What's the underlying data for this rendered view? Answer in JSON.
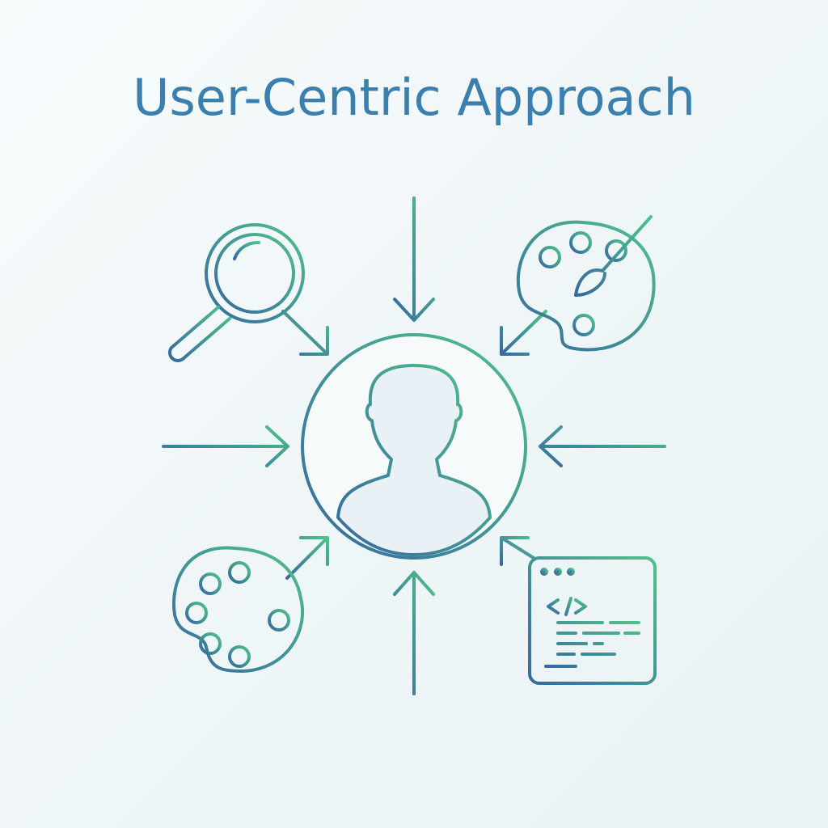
{
  "title": "User-Centric Approach",
  "diagram": {
    "center": {
      "label": "user",
      "icon": "user-silhouette-icon"
    },
    "inputs": [
      {
        "position": "top-left",
        "icon": "magnifying-glass-icon",
        "meaning": "research"
      },
      {
        "position": "top",
        "icon": "arrow-down-icon"
      },
      {
        "position": "top-right",
        "icon": "palette-brush-icon",
        "meaning": "design"
      },
      {
        "position": "left",
        "icon": "arrow-right-icon"
      },
      {
        "position": "right",
        "icon": "arrow-left-icon"
      },
      {
        "position": "bottom-left",
        "icon": "palette-icon",
        "meaning": "creativity"
      },
      {
        "position": "bottom",
        "icon": "arrow-up-icon"
      },
      {
        "position": "bottom-right",
        "icon": "code-window-icon",
        "meaning": "development",
        "code_glyph": "</>"
      }
    ]
  },
  "colors": {
    "blue": "#3a76a8",
    "green": "#4cb88a",
    "title": "#3a7fae"
  }
}
